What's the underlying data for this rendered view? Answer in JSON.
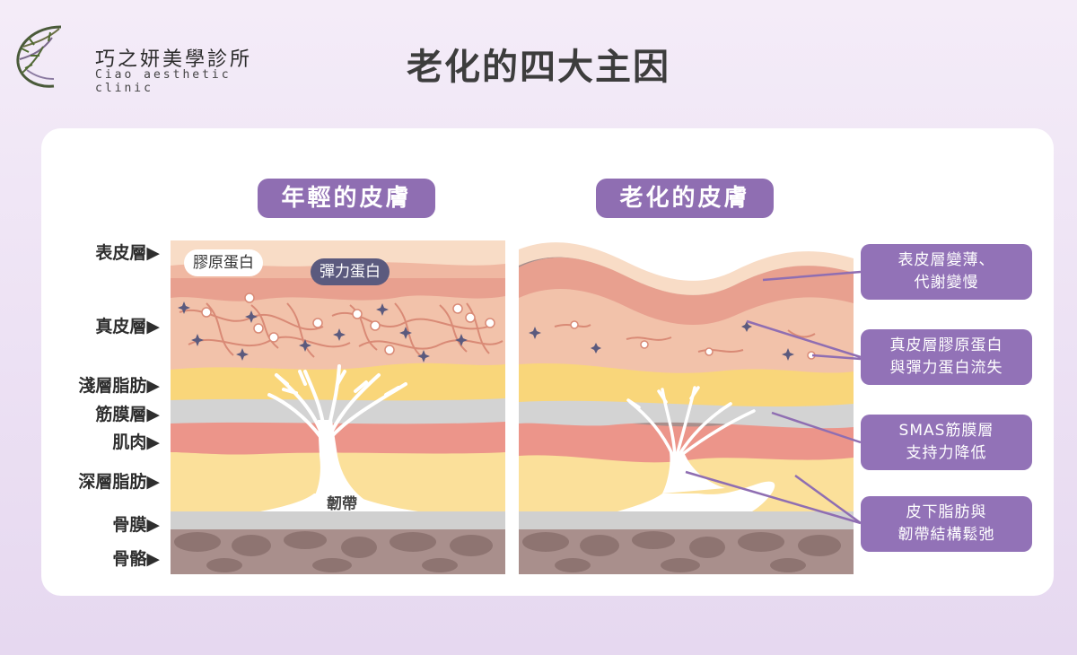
{
  "brand": {
    "name_cn": "巧之妍美學診所",
    "name_en": "Ciao aesthetic clinic"
  },
  "title": "老化的四大主因",
  "panels": {
    "young_title": "年輕的皮膚",
    "aged_title": "老化的皮膚"
  },
  "layer_labels": [
    "表皮層▶",
    "真皮層▶",
    "淺層脂肪▶",
    "筋膜層▶",
    "肌肉▶",
    "深層脂肪▶",
    "骨膜▶",
    "骨骼▶"
  ],
  "tags": {
    "collagen": "膠原蛋白",
    "elastin": "彈力蛋白",
    "ligament": "韌帶"
  },
  "notes": [
    {
      "line1": "表皮層變薄、",
      "line2": "代謝變慢"
    },
    {
      "line1": "真皮層膠原蛋白",
      "line2": "與彈力蛋白流失"
    },
    {
      "line1": "SMAS筋膜層",
      "line2": "支持力降低"
    },
    {
      "line1": "皮下脂肪與",
      "line2": "韌帶結構鬆弛"
    }
  ],
  "colors": {
    "accent": "#8f6eb2",
    "epidermis": "#f8dcc6",
    "dermis": "#f2bfa8",
    "dermis_dark": "#e8a08f",
    "fat": "#f9d67a",
    "fascia": "#d3d3d3",
    "muscle": "#ec958a",
    "deep_fat": "#fbe09a",
    "bone": "#a98f8c"
  }
}
